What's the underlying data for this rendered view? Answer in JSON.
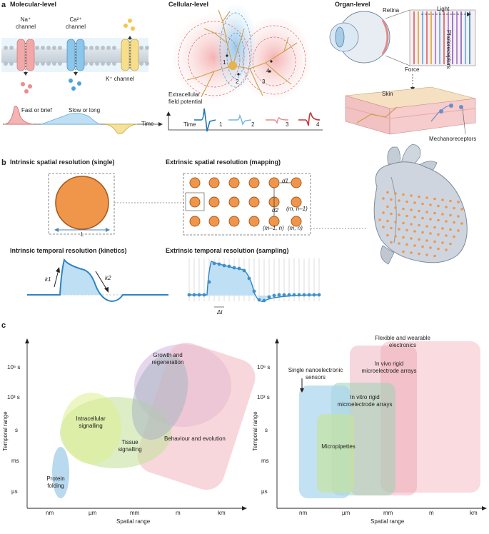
{
  "panel_a": {
    "letter": "a",
    "molecular": {
      "title": "Molecular-level",
      "na_label_line1": "Na⁺",
      "na_label_line2": "channel",
      "ca_label_line1": "Ca²⁺",
      "ca_label_line2": "channel",
      "k_label": "K⁺ channel",
      "fast_label": "Fast or brief",
      "slow_label": "Slow or long",
      "time_label": "Time"
    },
    "cellular": {
      "title": "Cellular-level",
      "fp_line1": "Extracellular",
      "fp_line2": "field potential",
      "time_label": "Time",
      "marks": [
        "1",
        "2",
        "3",
        "4"
      ]
    },
    "organ": {
      "title": "Organ-level",
      "retina": "Retina",
      "light": "Light",
      "photoreceptors": "Photoreceptors",
      "force": "Force",
      "skin": "Skin",
      "mechanoreceptors": "Mechanoreceptors"
    }
  },
  "panel_b": {
    "letter": "b",
    "spatial_single": "Intrinsic spatial resolution (single)",
    "spatial_mapping": "Extrinsic spatial resolution (mapping)",
    "temporal_kinetics": "Intrinsic temporal resolution (kinetics)",
    "temporal_sampling": "Extrinsic temporal resolution (sampling)",
    "L": "L",
    "d1": "d1",
    "d2": "d2",
    "idx_m_n1": "(m, n–1)",
    "idx_m1_n": "(m–1, n)",
    "idx_m_n": "(m, n)",
    "k1": "k1",
    "k2": "k2",
    "dt": "Δt"
  },
  "panel_c": {
    "letter": "c",
    "left": {
      "x_label": "Spatial range",
      "y_label": "Temporal range",
      "x_ticks": [
        "nm",
        "µm",
        "mm",
        "m",
        "km"
      ],
      "y_ticks": [
        "10⁶ s",
        "10³ s",
        "s",
        "ms",
        "µs"
      ],
      "regions": {
        "growth_1": "Growth and",
        "growth_2": "regeneration",
        "intra_1": "Intracellular",
        "intra_2": "signalling",
        "tissue_1": "Tissue",
        "tissue_2": "signalling",
        "behaviour": "Behaviour and evolution",
        "protein_1": "Protein",
        "protein_2": "folding"
      }
    },
    "right": {
      "x_label": "Spatial range",
      "y_label": "Temporal range",
      "x_ticks": [
        "nm",
        "µm",
        "mm",
        "m",
        "km"
      ],
      "y_ticks": [
        "10⁶ s",
        "10³ s",
        "s",
        "ms",
        "µs"
      ],
      "regions": {
        "flex_1": "Flexible and wearable",
        "flex_2": "electronics",
        "invivo_1": "In vivo rigid",
        "invivo_2": "microelectrode arrays",
        "single_1": "Single nanoelectronic",
        "single_2": "sensors",
        "invitro_1": "In vitro rigid",
        "invitro_2": "microelectrode arrays",
        "micropipettes": "Micropipettes"
      }
    }
  },
  "colors": {
    "electrode": "#f0964a",
    "electrode_edge": "#a85a20",
    "blue": "#5aa7d6",
    "red": "#e46a6a",
    "green": "#b6dc7e",
    "pink": "#f2bcc4",
    "purple": "#c8a6d8"
  }
}
